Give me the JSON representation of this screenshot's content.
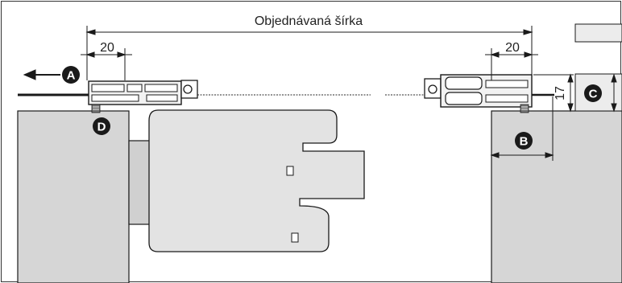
{
  "diagram": {
    "title": "Objednávaná šírka",
    "dimensions": {
      "left_offset": "20",
      "right_offset": "20",
      "profile_height": "17"
    },
    "markers": {
      "a": "A",
      "b": "B",
      "c": "C",
      "d": "D"
    },
    "colors": {
      "wall": "#d6d6d6",
      "door": "#e3e3e3",
      "line": "#1a1a1a",
      "badge": "#1a1a1a"
    }
  }
}
